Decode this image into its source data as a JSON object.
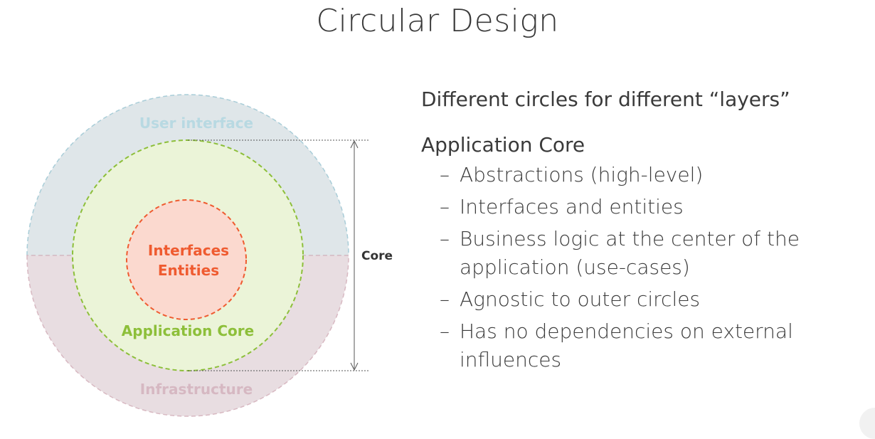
{
  "slide": {
    "title": "Circular Design"
  },
  "diagram": {
    "outer_top_label": "User interface",
    "outer_bottom_label": "Infrastructure",
    "middle_label": "Application Core",
    "inner_label_line1": "Interfaces",
    "inner_label_line2": "Entities",
    "dimension_label": "Core",
    "colors": {
      "ui_fill": "#dfe6e9",
      "ui_stroke": "#a9cdd8",
      "ui_text": "#b8d9e2",
      "infra_fill": "#e8dde1",
      "infra_stroke": "#d8b9c2",
      "infra_text": "#d6b8c2",
      "core_fill": "#ebf4d8",
      "core_stroke": "#8dbf3a",
      "core_text": "#8dbf3a",
      "inner_fill": "#fbd9cf",
      "inner_stroke": "#ef5b30",
      "inner_text": "#ef5b30"
    }
  },
  "content": {
    "heading1": "Different circles for different “layers”",
    "heading2": "Application Core",
    "bullet_marker": "–",
    "bullets": [
      "Abstractions (high-level)",
      "Interfaces and entities",
      "Business logic at the center of the application (use-cases)",
      "Agnostic to outer circles",
      "Has no dependencies on external influences"
    ]
  }
}
